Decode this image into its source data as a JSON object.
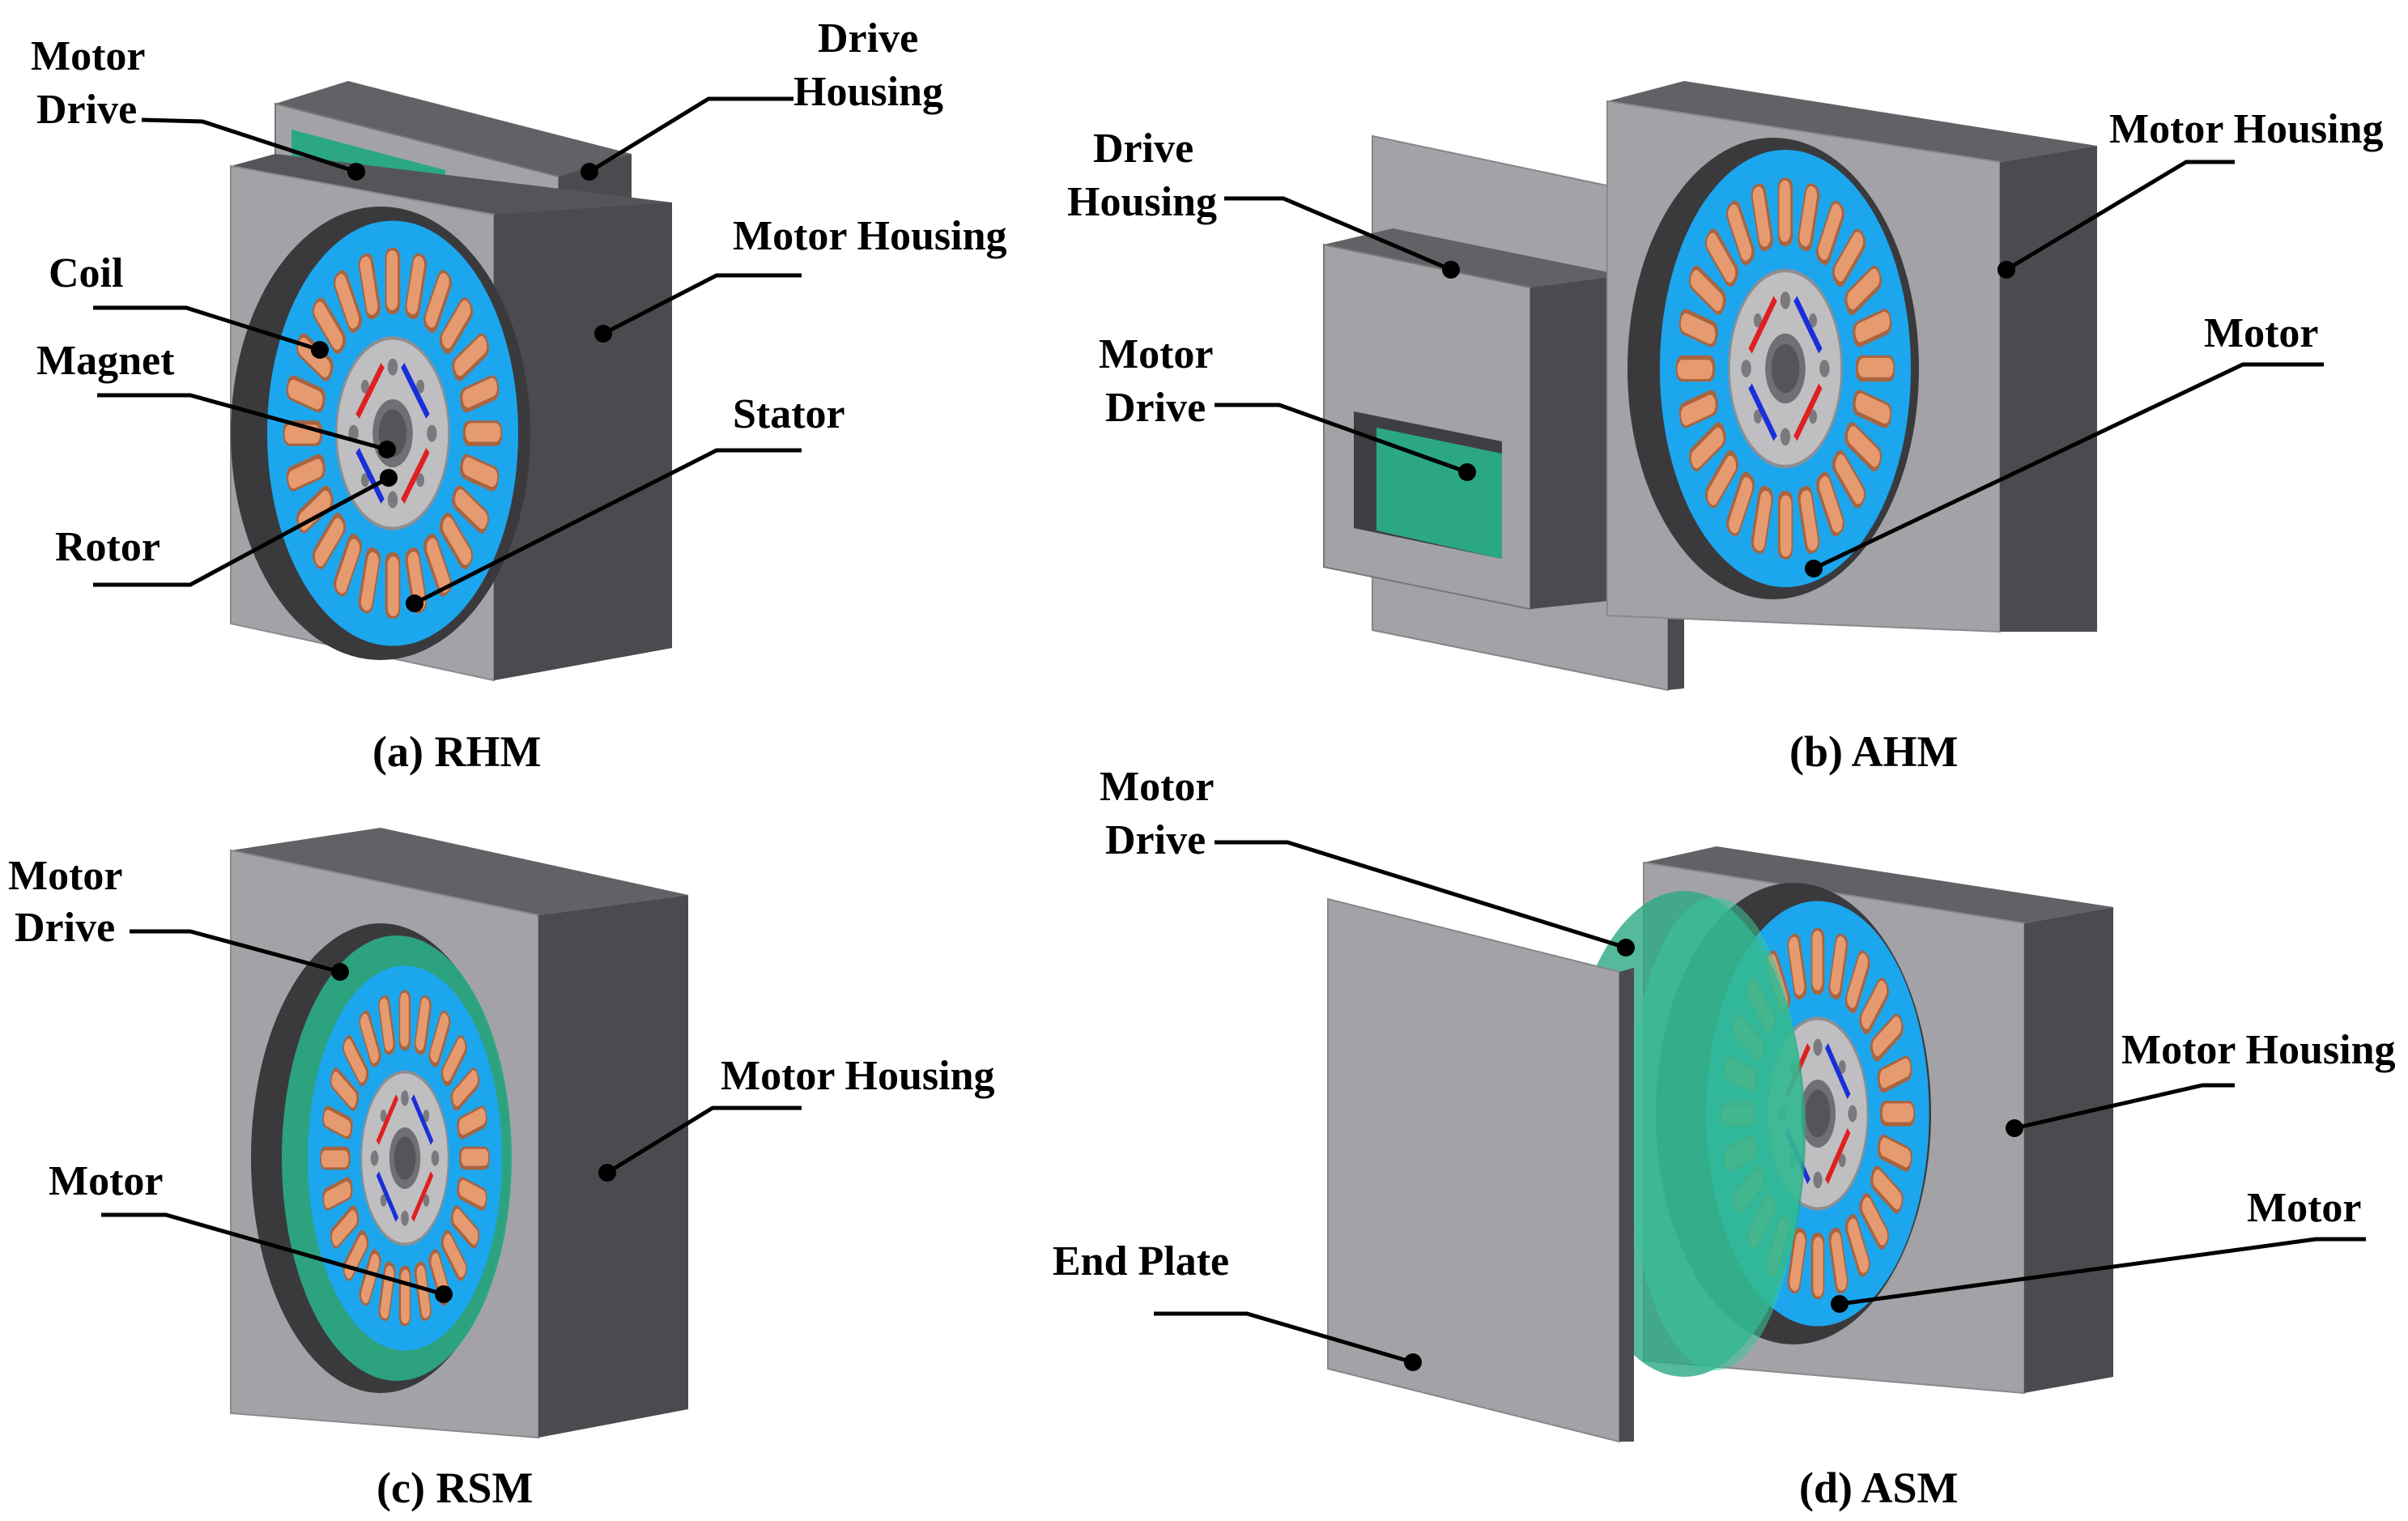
{
  "panels": {
    "a": {
      "caption": "(a) RHM",
      "labels": {
        "motor": "Motor",
        "drive": "Drive",
        "drive_top": "Drive",
        "housing_bottom": "Housing",
        "motor_housing": "Motor Housing",
        "coil": "Coil",
        "magnet": "Magnet",
        "stator": "Stator",
        "rotor": "Rotor"
      }
    },
    "b": {
      "caption": "(b) AHM",
      "labels": {
        "drive": "Drive",
        "housing": "Housing",
        "motor_housing": "Motor Housing",
        "motor_word": "Motor",
        "drive_word": "Drive",
        "motor_right": "Motor"
      }
    },
    "c": {
      "caption": "(c) RSM",
      "labels": {
        "motor": "Motor",
        "drive": "Drive",
        "motor_housing": "Motor Housing",
        "motor_lower": "Motor"
      }
    },
    "d": {
      "caption": "(d) ASM",
      "labels": {
        "motor": "Motor",
        "drive": "Drive",
        "motor_housing": "Motor Housing",
        "end_plate": "End Plate",
        "motor_right": "Motor"
      }
    }
  },
  "colors": {
    "housing_light": "#a3a3a7",
    "housing_dark": "#4b4b4f",
    "housing_top": "#626266",
    "stator_blue": "#1ca6ee",
    "coil_copper": "#e69a70",
    "coil_dark": "#a8643f",
    "rotor_gray": "#bfbfc2",
    "drive_green": "#2ba883",
    "magnet_red": "#e02020",
    "magnet_blue": "#1a2fd8"
  }
}
